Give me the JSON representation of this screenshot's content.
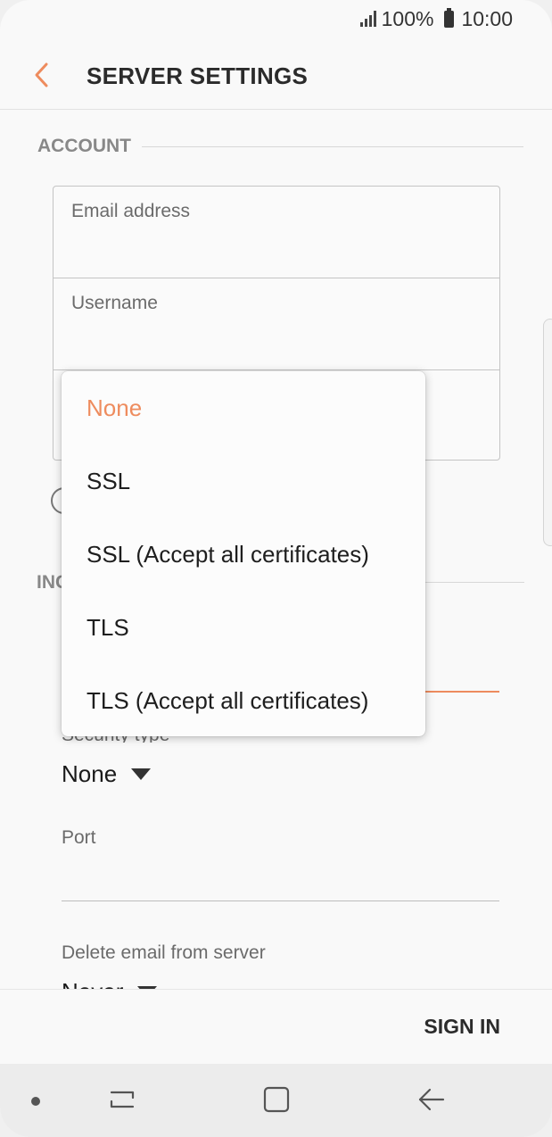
{
  "status_bar": {
    "battery": "100%",
    "time": "10:00"
  },
  "header": {
    "title": "SERVER SETTINGS"
  },
  "account": {
    "section_label": "ACCOUNT",
    "email_label": "Email address",
    "username_label": "Username"
  },
  "incoming": {
    "section_label_visible": "INC",
    "security_type_label": "Security type",
    "security_type_value": "None",
    "port_label": "Port",
    "delete_label": "Delete email from server",
    "delete_value": "Never"
  },
  "dropdown": {
    "options": [
      {
        "label": "None",
        "selected": true
      },
      {
        "label": "SSL",
        "selected": false
      },
      {
        "label": "SSL (Accept all certificates)",
        "selected": false
      },
      {
        "label": "TLS",
        "selected": false
      },
      {
        "label": "TLS (Accept all certificates)",
        "selected": false
      }
    ]
  },
  "footer": {
    "sign_in_label": "SIGN IN"
  },
  "colors": {
    "accent": "#ee8c5e",
    "background": "#f9f9f9"
  },
  "icons": {
    "back": "back-arrow-icon",
    "signal": "signal-icon",
    "battery": "battery-icon",
    "recents": "recents-icon",
    "home": "home-icon",
    "nav_back": "nav-back-icon"
  }
}
